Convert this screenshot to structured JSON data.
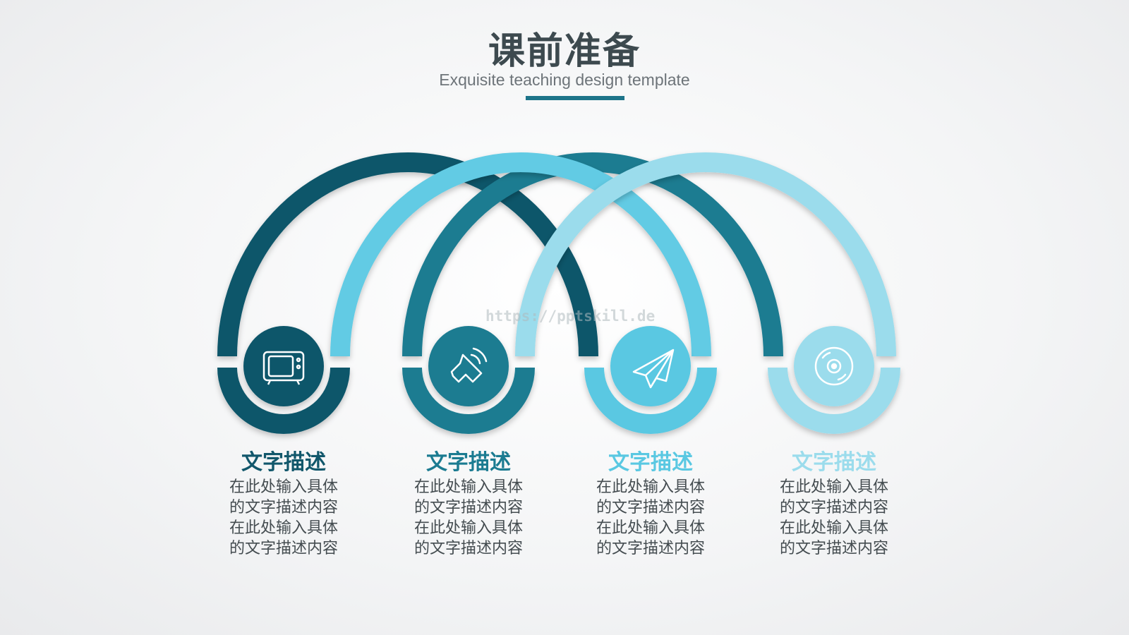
{
  "header": {
    "title": "课前准备",
    "subtitle": "Exquisite teaching design template"
  },
  "watermark": "https://pptskill.de",
  "colors": {
    "step1": "#11576b",
    "step2": "#1b7b91",
    "step3": "#5ac8e2",
    "step4": "#9bdcec",
    "title": "#3d4a4f",
    "accent": "#1d7489"
  },
  "steps": [
    {
      "icon": "tv-icon",
      "title": "文字描述",
      "desc": [
        "在此处输入具体",
        "的文字描述内容",
        "在此处输入具体",
        "的文字描述内容"
      ]
    },
    {
      "icon": "speaker-icon",
      "title": "文字描述",
      "desc": [
        "在此处输入具体",
        "的文字描述内容",
        "在此处输入具体",
        "的文字描述内容"
      ]
    },
    {
      "icon": "paper-plane-icon",
      "title": "文字描述",
      "desc": [
        "在此处输入具体",
        "的文字描述内容",
        "在此处输入具体",
        "的文字描述内容"
      ]
    },
    {
      "icon": "disc-icon",
      "title": "文字描述",
      "desc": [
        "在此处输入具体",
        "的文字描述内容",
        "在此处输入具体",
        "的文字描述内容"
      ]
    }
  ]
}
